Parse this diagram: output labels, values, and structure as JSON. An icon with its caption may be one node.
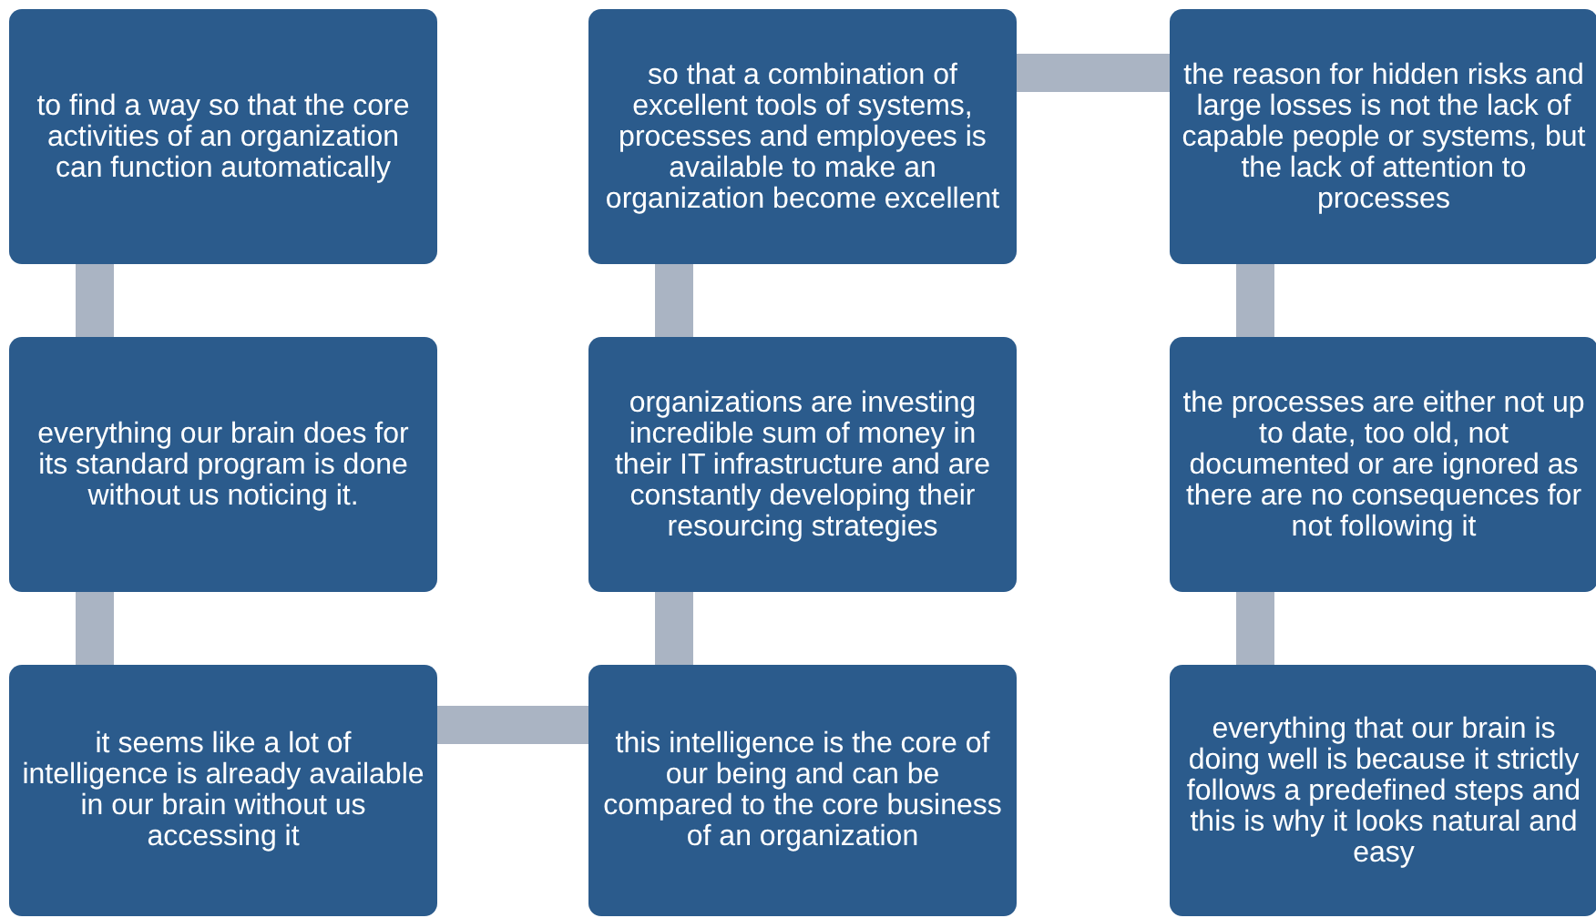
{
  "diagram": {
    "nodes": [
      {
        "text": [
          "to find a way so that the core activities of an organization can function automatically"
        ]
      },
      {
        "text": [
          "so that a combination of excellent tools of systems, processes and employees is available to make an organization become excellent"
        ]
      },
      {
        "text": [
          "the reason for hidden risks and large losses is not the lack of capable people or systems, but the lack of attention to processes"
        ]
      },
      {
        "text": [
          "everything our brain does for its standard program is done without us noticing it."
        ]
      },
      {
        "text": [
          "organizations are investing incredible sum of money in their IT infrastructure and are constantly developing their resourcing strategies"
        ]
      },
      {
        "text": [
          "the processes are either not up to date, too old, not documented or are ignored as there are no consequences for not following it"
        ]
      },
      {
        "text": [
          "it seems like a lot of intelligence is already available in our brain without us accessing it"
        ]
      },
      {
        "text": [
          "this intelligence is the core of our being and can be compared to the core business of an organization"
        ]
      },
      {
        "text": [
          "everything that our brain is doing well is because it strictly follows a predefined steps and this is why it looks natural and easy"
        ]
      }
    ],
    "edges": [
      {
        "from": 0,
        "to": 3,
        "arrow": "none"
      },
      {
        "from": 3,
        "to": 6,
        "arrow": "none"
      },
      {
        "from": 6,
        "to": 7,
        "arrow": "none"
      },
      {
        "from": 7,
        "to": 4,
        "arrow": "none"
      },
      {
        "from": 4,
        "to": 1,
        "arrow": "none"
      },
      {
        "from": 1,
        "to": 2,
        "arrow": "none"
      },
      {
        "from": 2,
        "to": 5,
        "arrow": "none"
      },
      {
        "from": 5,
        "to": 8,
        "arrow": "none"
      }
    ]
  }
}
